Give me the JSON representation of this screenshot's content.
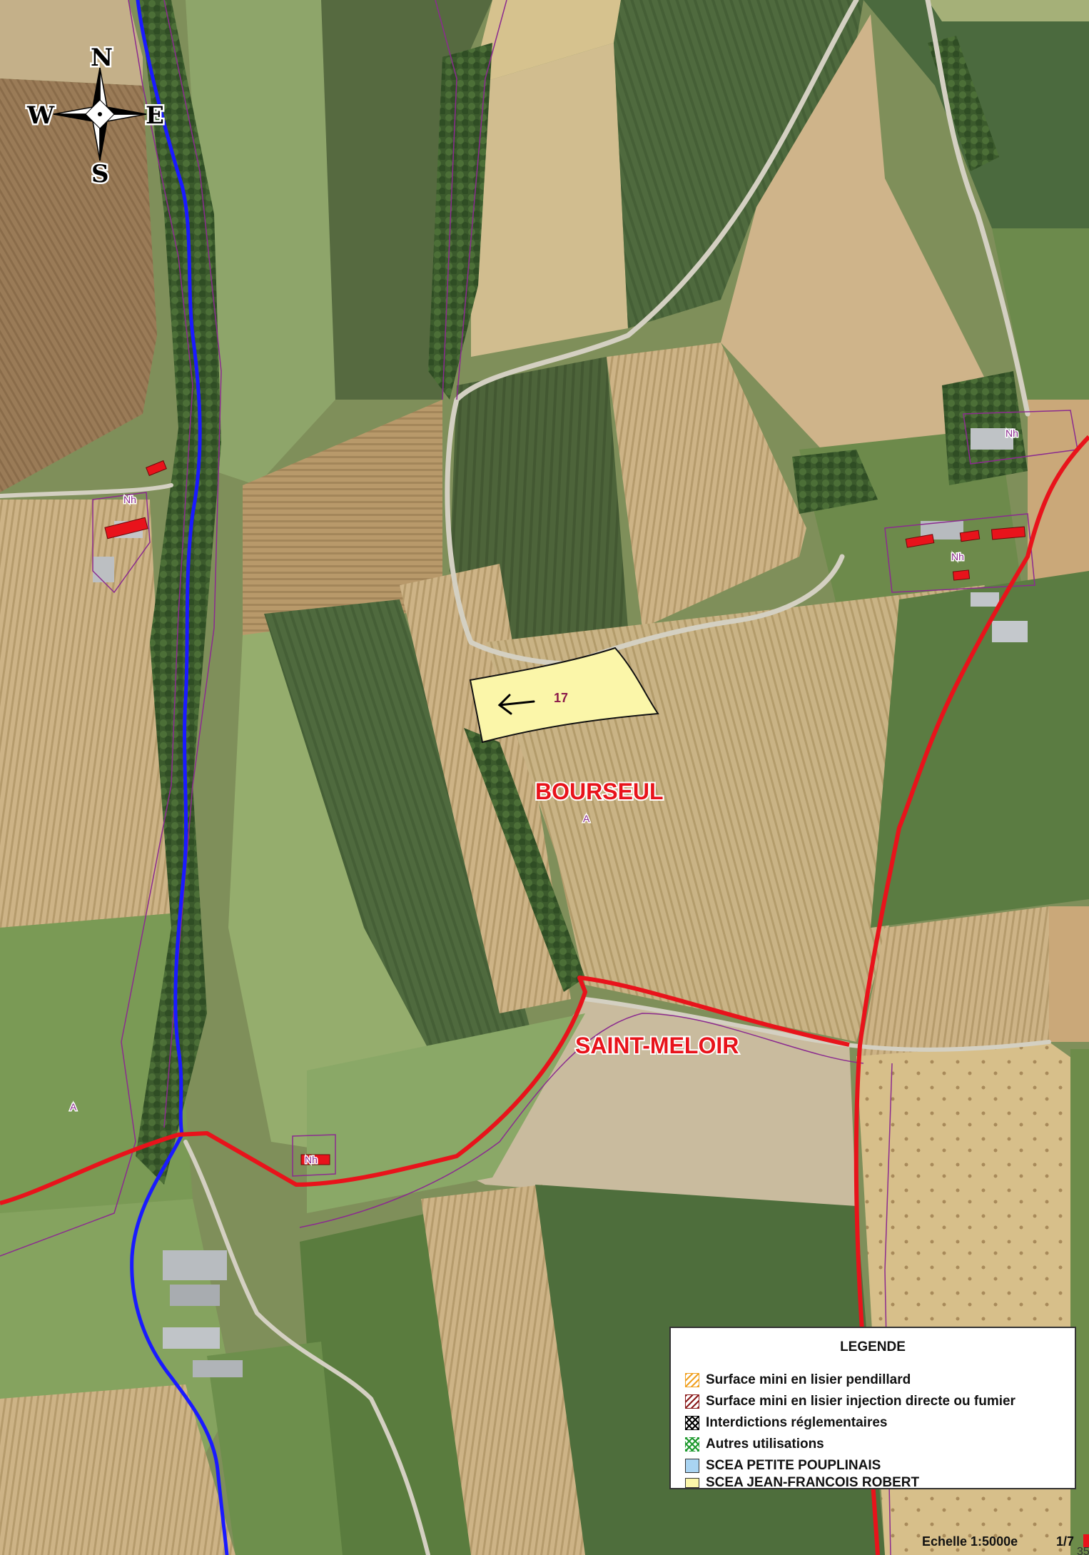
{
  "compass": {
    "north": "N",
    "south": "S",
    "east": "E",
    "west": "W"
  },
  "labels": {
    "commune_north": "BOURSEUL",
    "commune_south": "SAINT-MELOIR",
    "zone_a": "A",
    "zone_nh": "Nh",
    "parcel_number": "17"
  },
  "legend": {
    "title": "LEGENDE",
    "items": [
      {
        "label": "Surface mini en lisier pendillard",
        "color": "#f0a020"
      },
      {
        "label": "Surface mini en lisier injection directe ou fumier",
        "color": "#8b1a1a"
      },
      {
        "label": "Interdictions réglementaires",
        "color": "#000000"
      },
      {
        "label": "Autres utilisations",
        "color": "#1f9a2f"
      },
      {
        "label": "SCEA PETITE POUPLINAIS",
        "color": "#a9d4f2"
      },
      {
        "label": "SCEA JEAN-FRANCOIS ROBERT",
        "color": "#fbf6a9"
      }
    ]
  },
  "footer": {
    "scale": "Echelle 1:5000e",
    "page": "1/7",
    "corner": "35"
  },
  "colors": {
    "commune_boundary": "#e8131b",
    "stream": "#1a1aff",
    "zoning_lines": "#8b2b8f",
    "parcel_fill": "#fbf6a9",
    "building_mark": "#e8131b"
  }
}
